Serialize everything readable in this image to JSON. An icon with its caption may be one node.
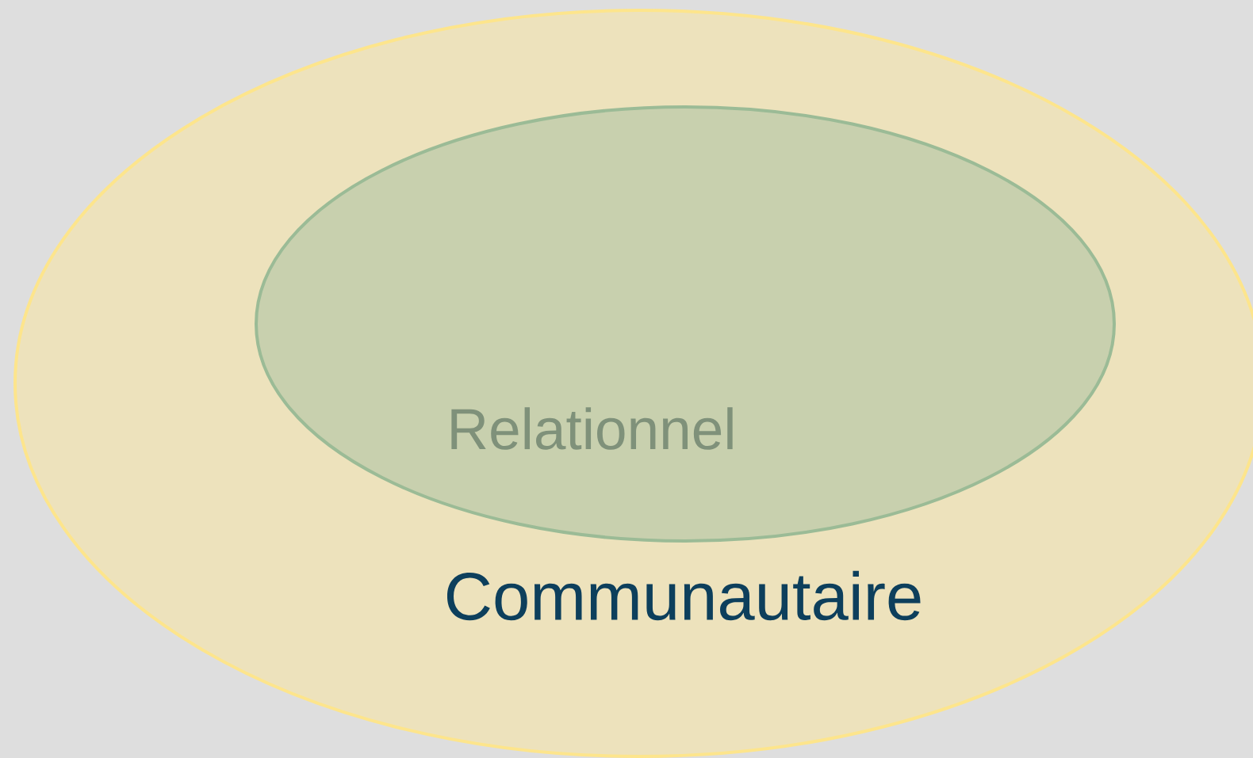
{
  "diagram": {
    "nodes": [
      {
        "text": [
          "Communautaire"
        ]
      },
      {
        "text": [
          "Relationnel"
        ],
        "in": 0
      }
    ]
  }
}
